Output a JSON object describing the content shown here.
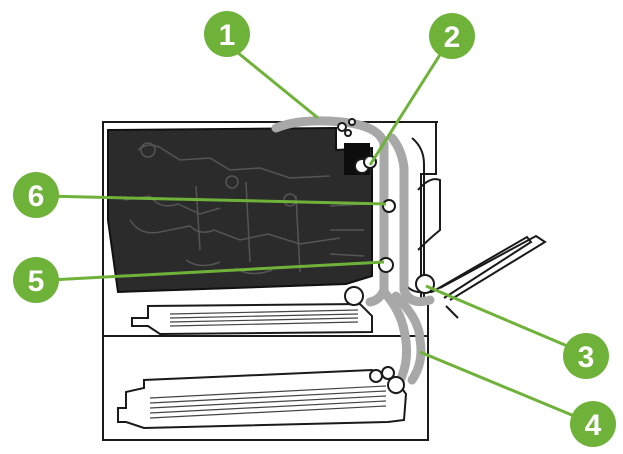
{
  "callouts": [
    {
      "label": "1"
    },
    {
      "label": "2"
    },
    {
      "label": "3"
    },
    {
      "label": "4"
    },
    {
      "label": "5"
    },
    {
      "label": "6"
    }
  ],
  "colors": {
    "callout_fill": "#6fb23a",
    "callout_line": "#6fb23a",
    "paper_path": "#a8a8a8",
    "outline": "#1a1a1a",
    "toner": "#2b2b2b"
  }
}
